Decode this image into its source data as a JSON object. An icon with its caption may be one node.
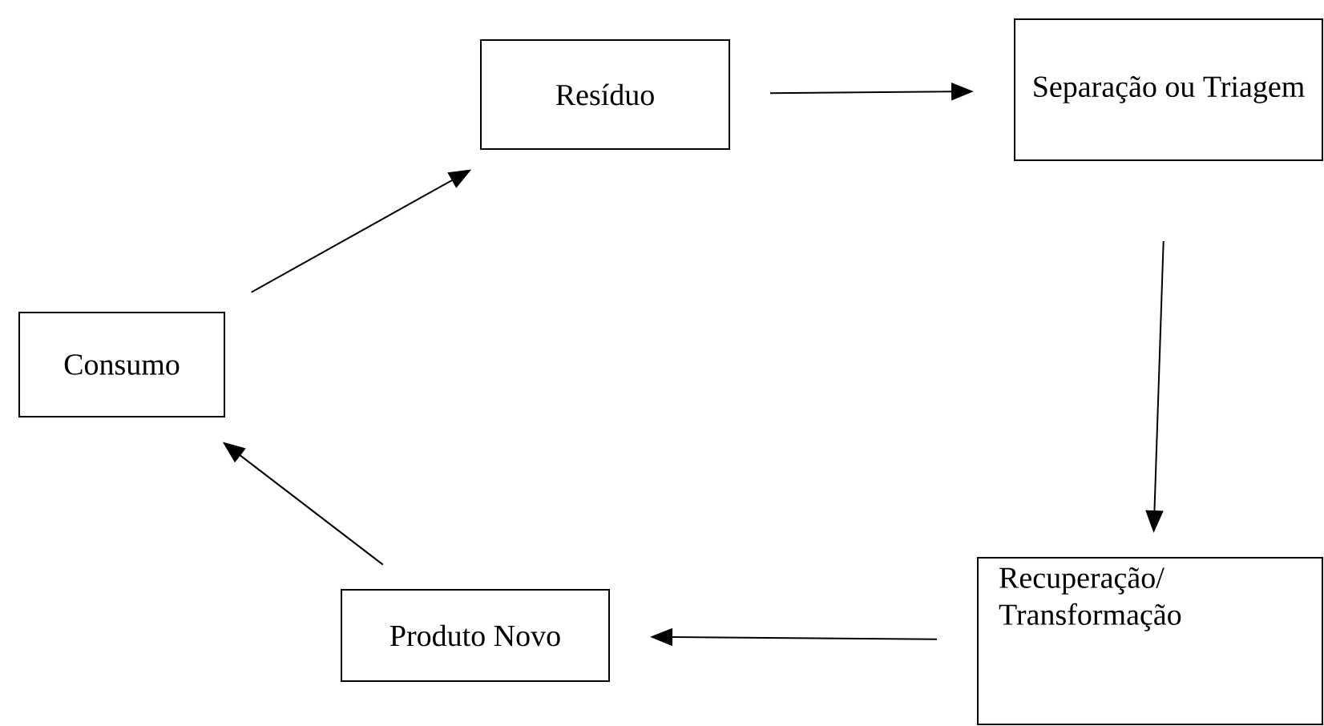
{
  "diagram": {
    "nodes": [
      {
        "text": [
          "Consumo"
        ]
      },
      {
        "text": [
          "Resíduo"
        ]
      },
      {
        "text": [
          "Separação ou Triagem"
        ]
      },
      {
        "text": [
          "Recuperação/ Transformação"
        ]
      },
      {
        "text": [
          "Produto Novo"
        ]
      }
    ],
    "edges": [
      {
        "from": 0,
        "to": 1,
        "arrow": "to"
      },
      {
        "from": 1,
        "to": 2,
        "arrow": "to"
      },
      {
        "from": 2,
        "to": 3,
        "arrow": "to"
      },
      {
        "from": 3,
        "to": 4,
        "arrow": "to"
      },
      {
        "from": 4,
        "to": 0,
        "arrow": "to"
      }
    ]
  }
}
